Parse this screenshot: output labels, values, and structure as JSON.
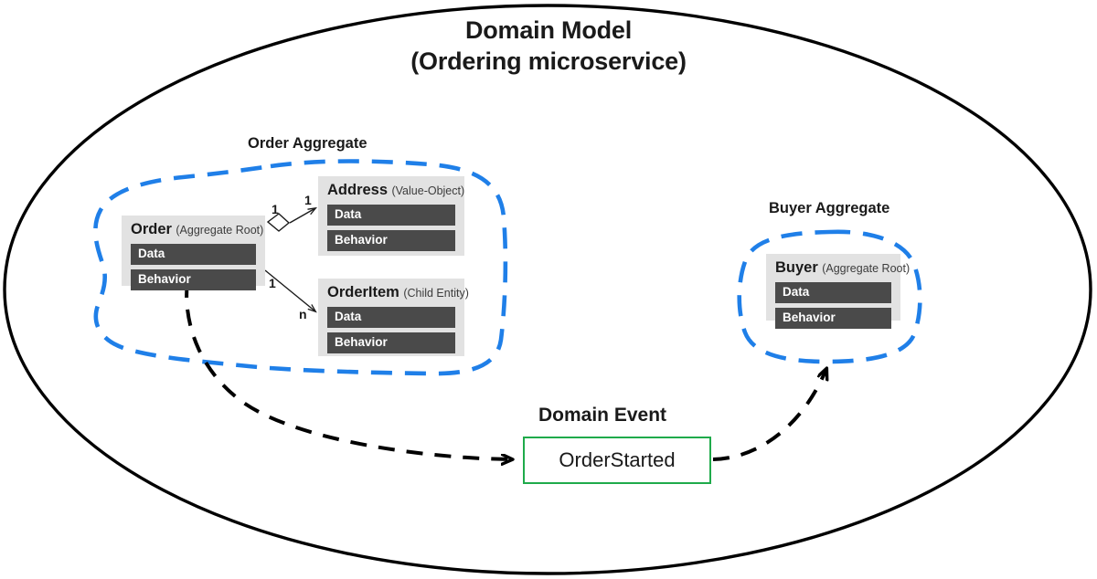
{
  "diagram": {
    "title_line1": "Domain Model",
    "title_line2": "(Ordering microservice)",
    "boundary_shape": "ellipse"
  },
  "colors": {
    "aggregate_boundary": "#1f7fe8",
    "entity_fill": "#e2e2e2",
    "member_bar": "#4a4a4a",
    "event_border": "#1faa4b",
    "outline": "#000000",
    "text": "#1a1a1a"
  },
  "aggregates": [
    {
      "caption": "Order Aggregate",
      "entities": [
        {
          "name": "Order",
          "stereotype": "(Aggregate Root)",
          "members": [
            "Data",
            "Behavior"
          ]
        },
        {
          "name": "Address",
          "stereotype": "(Value-Object)",
          "members": [
            "Data",
            "Behavior"
          ]
        },
        {
          "name": "OrderItem",
          "stereotype": "(Child Entity)",
          "members": [
            "Data",
            "Behavior"
          ]
        }
      ]
    },
    {
      "caption": "Buyer Aggregate",
      "entities": [
        {
          "name": "Buyer",
          "stereotype": "(Aggregate Root)",
          "members": [
            "Data",
            "Behavior"
          ]
        }
      ]
    }
  ],
  "relations": [
    {
      "from": "Order",
      "to": "Address",
      "from_multiplicity": "1",
      "to_multiplicity": "1",
      "style": "aggregation-diamond"
    },
    {
      "from": "Order",
      "to": "OrderItem",
      "from_multiplicity": "1",
      "to_multiplicity": "n",
      "style": "association-arrow"
    },
    {
      "from": "Order",
      "to": "OrderStarted",
      "style": "dashed-arrow"
    },
    {
      "from": "OrderStarted",
      "to": "Buyer Aggregate",
      "style": "dashed-arrow"
    }
  ],
  "domain_event": {
    "caption": "Domain Event",
    "name": "OrderStarted"
  }
}
